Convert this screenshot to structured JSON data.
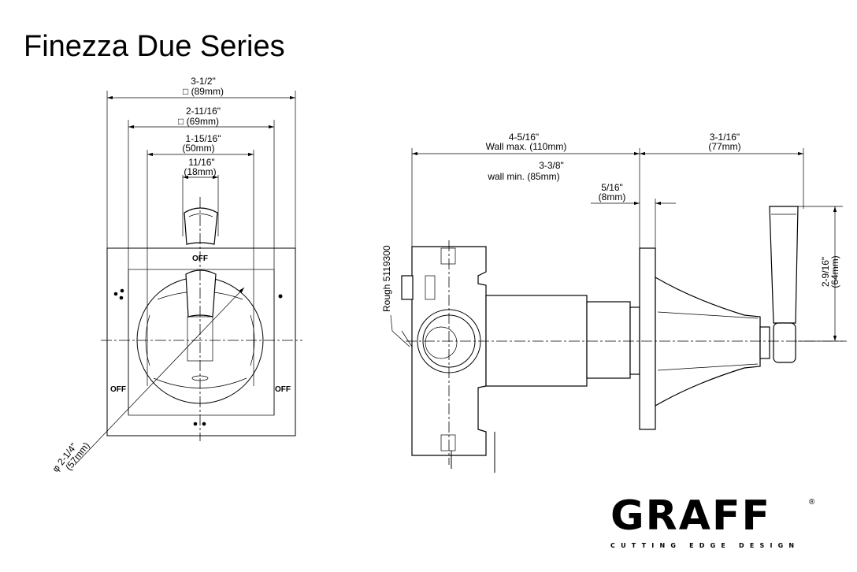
{
  "title": "Finezza Due Series",
  "front_view": {
    "dims": [
      {
        "imperial": "3-1/2\"",
        "metric": "□ (89mm)"
      },
      {
        "imperial": "2-11/16\"",
        "metric": "□ (69mm)"
      },
      {
        "imperial": "1-15/16\"",
        "metric": "(50mm)"
      },
      {
        "imperial": "11/16\"",
        "metric": "(18mm)"
      }
    ],
    "diameter": {
      "imperial": "φ  2-1/4\"",
      "metric": "(57mm)"
    },
    "off_labels": [
      "OFF",
      "OFF",
      "OFF"
    ]
  },
  "side_view": {
    "wall_max": {
      "imperial": "4-5/16\"",
      "metric": "Wall max. (110mm)"
    },
    "wall_min": {
      "imperial": "3-3/8\"",
      "metric": "wall min. (85mm)"
    },
    "plate": {
      "imperial": "5/16\"",
      "metric": "(8mm)"
    },
    "projection": {
      "imperial": "3-1/16\"",
      "metric": "(77mm)"
    },
    "handle_height": {
      "imperial": "2-9/16\"",
      "metric": "(64mm)"
    },
    "rough_label": "Rough 5119300"
  },
  "logo": {
    "word": "GRAFF",
    "registered": "®",
    "tagline": "CUTTING EDGE DESIGN"
  }
}
